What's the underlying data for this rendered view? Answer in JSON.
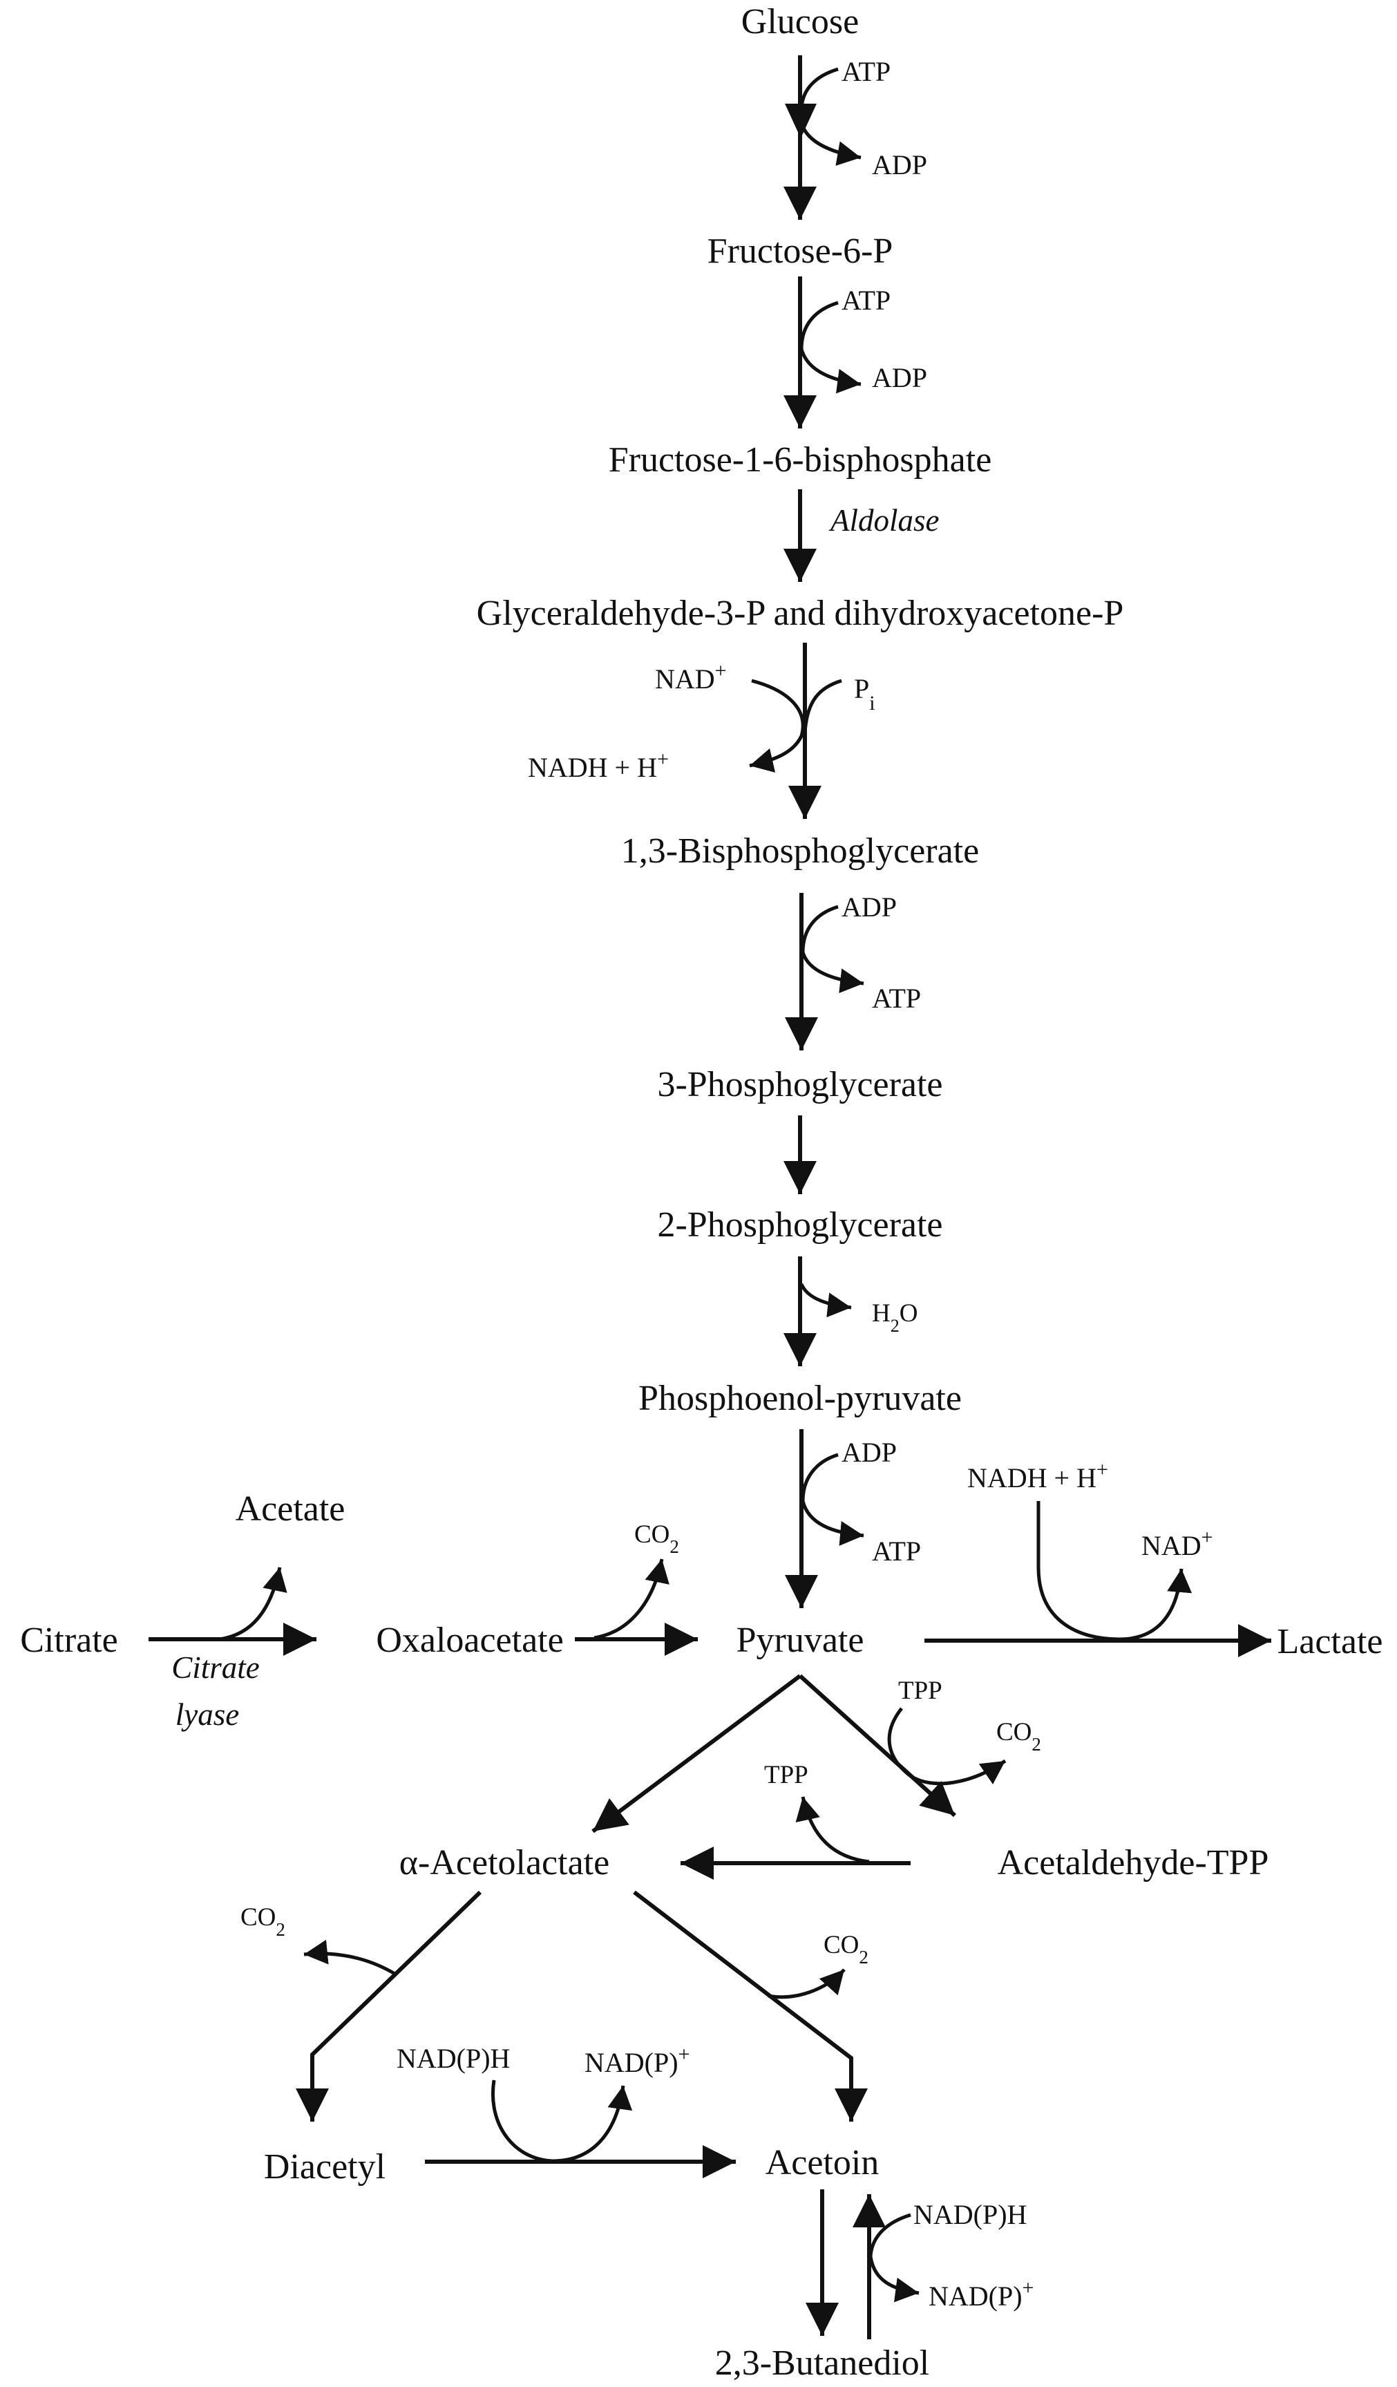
{
  "metabolites": {
    "glucose": "Glucose",
    "fructose6p": "Fructose-6-P",
    "fructose16bp": "Fructose-1-6-bisphosphate",
    "g3p_dhap": "Glyceraldehyde-3-P and dihydroxyacetone-P",
    "bpg13": "1,3-Bisphosphoglycerate",
    "pg3": "3-Phosphoglycerate",
    "pg2": "2-Phosphoglycerate",
    "pep": "Phosphoenol-pyruvate",
    "citrate": "Citrate",
    "acetate": "Acetate",
    "oxaloacetate": "Oxaloacetate",
    "pyruvate": "Pyruvate",
    "lactate": "Lactate",
    "acetolactate": "α-Acetolactate",
    "acetaldehyde_tpp": "Acetaldehyde-TPP",
    "diacetyl": "Diacetyl",
    "acetoin": "Acetoin",
    "butanediol": "2,3-Butanediol"
  },
  "enzymes": {
    "aldolase": "Aldolase",
    "citrate_lyase_1": "Citrate",
    "citrate_lyase_2": "lyase"
  },
  "cofactors": {
    "atp": "ATP",
    "adp": "ADP",
    "nad": "NAD",
    "nadh": "NADH + H",
    "plus": "+",
    "pi": "P",
    "pi_sub": "i",
    "h2o_h": "H",
    "h2o_sub": "2",
    "h2o_o": "O",
    "co": "CO",
    "co_sub": "2",
    "tpp": "TPP",
    "nadph": "NAD(P)H",
    "nadp": "NAD(P)"
  }
}
